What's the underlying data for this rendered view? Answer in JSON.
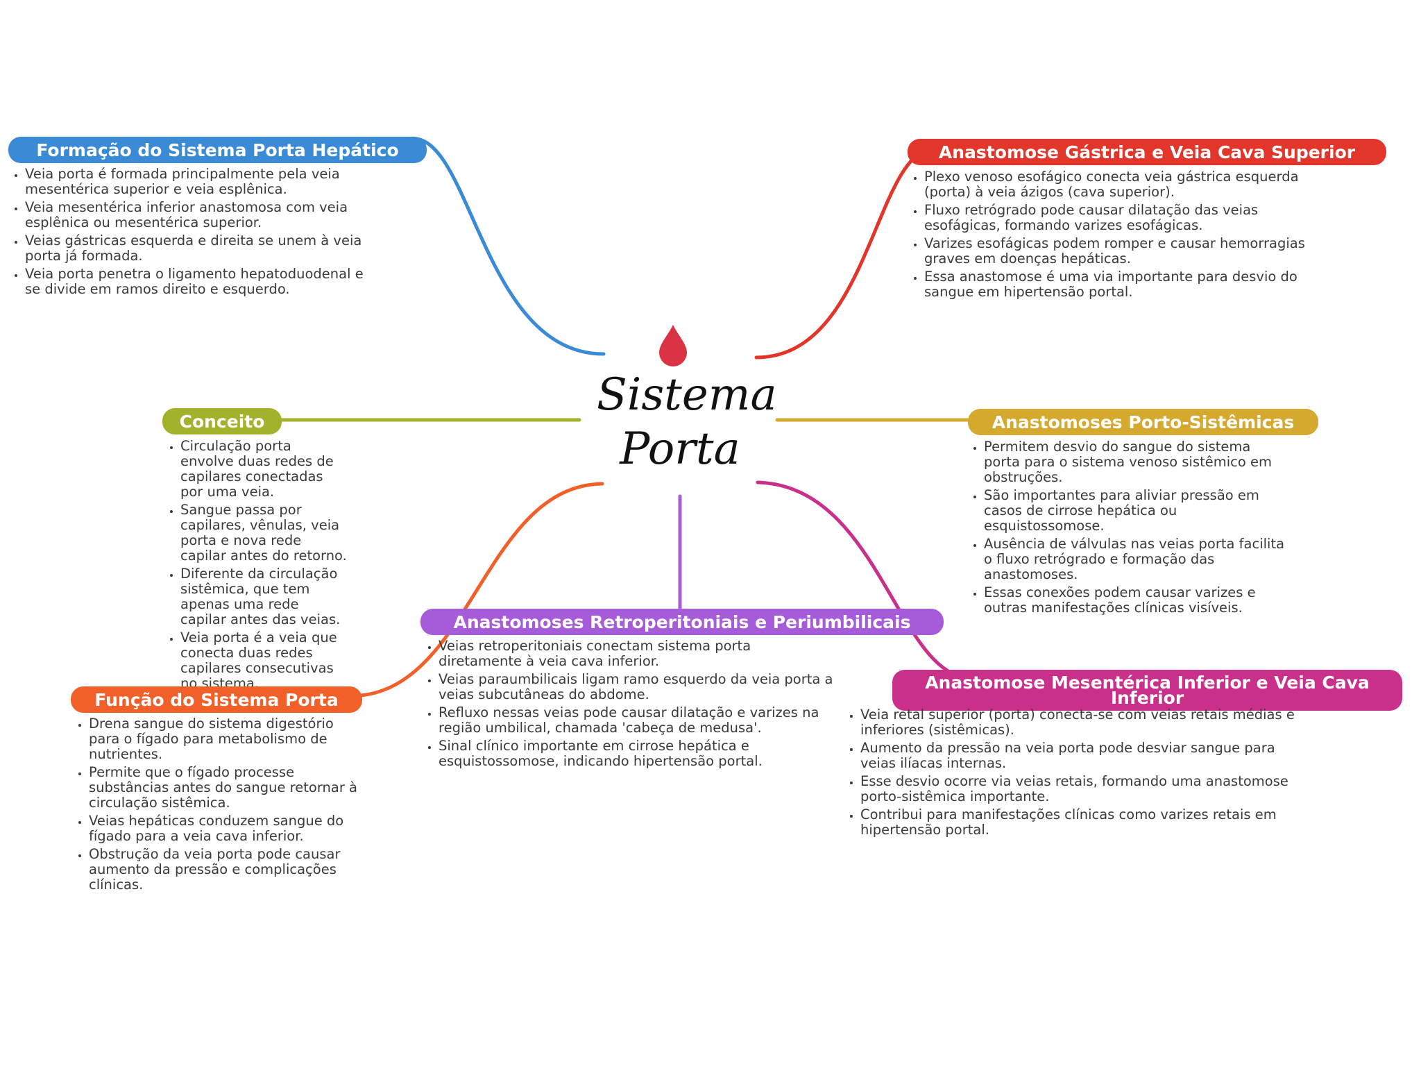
{
  "center": {
    "title_line1": "Sistema",
    "title_line2": "Porta",
    "icon": "blood-drop-icon",
    "icon_color": "#d93344"
  },
  "topics": {
    "formacao": {
      "title": "Formação do Sistema Porta Hepático",
      "color": "#3a8ad6",
      "items": [
        "Veia porta é formada principalmente pela veia mesentérica superior e veia esplênica.",
        "Veia mesentérica inferior anastomosa com veia esplênica ou mesentérica superior.",
        "Veias gástricas esquerda e direita se unem à veia porta já formada.",
        "Veia porta penetra o ligamento hepatoduodenal e se divide em ramos direito e esquerdo."
      ]
    },
    "conceito": {
      "title": "Conceito",
      "color": "#a2b22a",
      "items": [
        "Circulação porta envolve duas redes de capilares conectadas por uma veia.",
        "Sangue passa por capilares, vênulas, veia porta e nova rede capilar antes do retorno.",
        "Diferente da circulação sistêmica, que tem apenas uma rede capilar antes das veias.",
        "Veia porta é a veia que conecta duas redes capilares consecutivas no sistema."
      ]
    },
    "funcao": {
      "title": "Função do Sistema Porta",
      "color": "#f2602a",
      "items": [
        "Drena sangue do sistema digestório para o fígado para metabolismo de nutrientes.",
        "Permite que o fígado processe substâncias antes do sangue retornar à circulação sistêmica.",
        "Veias hepáticas conduzem sangue do fígado para a veia cava inferior.",
        "Obstrução da veia porta pode causar aumento da pressão e complicações clínicas."
      ]
    },
    "retro": {
      "title": "Anastomoses Retroperitoniais e Periumbilicais",
      "color": "#a65bd8",
      "items": [
        "Veias retroperitoniais conectam sistema porta diretamente à veia cava inferior.",
        "Veias paraumbilicais ligam ramo esquerdo da veia porta a veias subcutâneas do abdome.",
        "Refluxo nessas veias pode causar dilatação e varizes na região umbilical, chamada 'cabeça de medusa'.",
        "Sinal clínico importante em cirrose hepática e esquistossomose, indicando hipertensão portal."
      ]
    },
    "gastrica": {
      "title": "Anastomose Gástrica e Veia Cava Superior",
      "color": "#e2362a",
      "items": [
        "Plexo venoso esofágico conecta veia gástrica esquerda (porta) à veia ázigos (cava superior).",
        "Fluxo retrógrado pode causar dilatação das veias esofágicas, formando varizes esofágicas.",
        "Varizes esofágicas podem romper e causar hemorragias graves em doenças hepáticas.",
        "Essa anastomose é uma via importante para desvio do sangue em hipertensão portal."
      ]
    },
    "portosist": {
      "title": "Anastomoses Porto-Sistêmicas",
      "color": "#d4a92e",
      "items": [
        "Permitem desvio do sangue do sistema porta para o sistema venoso sistêmico em obstruções.",
        "São importantes para aliviar pressão em casos de cirrose hepática ou esquistossomose.",
        "Ausência de válvulas nas veias porta facilita o fluxo retrógrado e formação das anastomoses.",
        "Essas conexões podem causar varizes e outras manifestações clínicas visíveis."
      ]
    },
    "mesenterica": {
      "title": "Anastomose Mesentérica Inferior e Veia Cava Inferior",
      "color": "#c8308a",
      "items": [
        "Veia retal superior (porta) conecta-se com veias retais médias e inferiores (sistêmicas).",
        "Aumento da pressão na veia porta pode desviar sangue para veias ilíacas internas.",
        "Esse desvio ocorre via veias retais, formando uma anastomose porto-sistêmica importante.",
        "Contribui para manifestações clínicas como varizes retais em hipertensão portal."
      ]
    }
  }
}
